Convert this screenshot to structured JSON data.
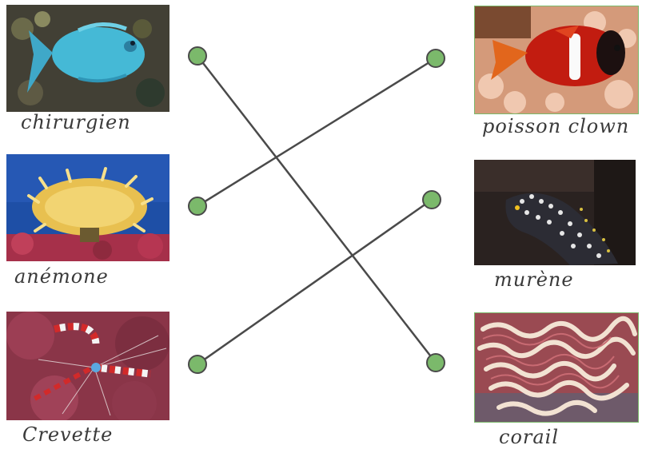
{
  "left": [
    {
      "key": "chirurgien",
      "caption": "chirurgien",
      "photo": "blue-surgeonfish-photo"
    },
    {
      "key": "anemone",
      "caption": "anémone",
      "photo": "yellow-anemone-photo"
    },
    {
      "key": "crevette",
      "caption": "Crevette",
      "photo": "red-white-shrimp-photo"
    }
  ],
  "right": [
    {
      "key": "poisson-clown",
      "caption": "poisson clown",
      "photo": "red-clownfish-photo"
    },
    {
      "key": "murene",
      "caption": "murène",
      "photo": "spotted-moray-eel-photo"
    },
    {
      "key": "corail",
      "caption": "corail",
      "photo": "brain-coral-photo"
    }
  ],
  "connections": [
    {
      "from": "chirurgien",
      "to": "corail"
    },
    {
      "from": "anemone",
      "to": "poisson-clown"
    },
    {
      "from": "crevette",
      "to": "murene"
    }
  ],
  "colors": {
    "dot_fill": "#7bb96b",
    "dot_border": "#4a4a4a",
    "line": "#4a4a4a",
    "caption": "#3a3a3a"
  }
}
